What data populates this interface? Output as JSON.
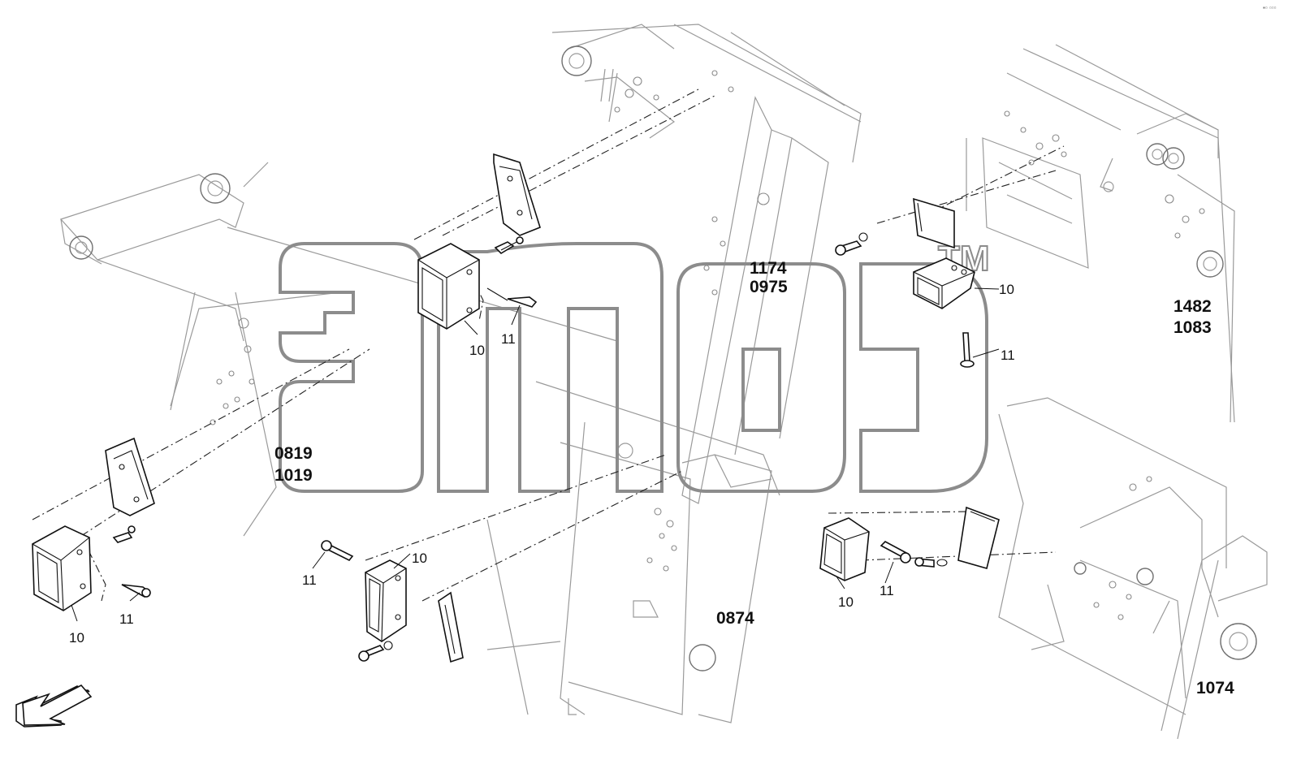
{
  "watermark": {
    "trademark": "TM"
  },
  "corner_mark": "▪▫ ▫▫▫",
  "section_codes": {
    "code_a1": "1174",
    "code_a2": "0975",
    "code_b1": "1482",
    "code_b2": "1083",
    "code_c1": "0819",
    "code_c2": "1019",
    "code_d": "0874",
    "code_e": "1074"
  },
  "callouts": {
    "reflector": "10",
    "bolt": "11"
  },
  "colors": {
    "linework": "#111111",
    "frame": "#9a9a9a",
    "watermark": "#8c8c8c"
  }
}
